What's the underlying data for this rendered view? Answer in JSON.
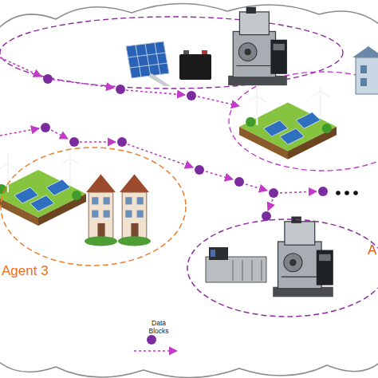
{
  "diagram": {
    "nodes": [
      {
        "text": [
          "Agent 3"
        ]
      },
      {
        "text": [
          "A"
        ]
      }
    ],
    "legend": [
      {
        "text": "Data Blocks"
      }
    ]
  }
}
